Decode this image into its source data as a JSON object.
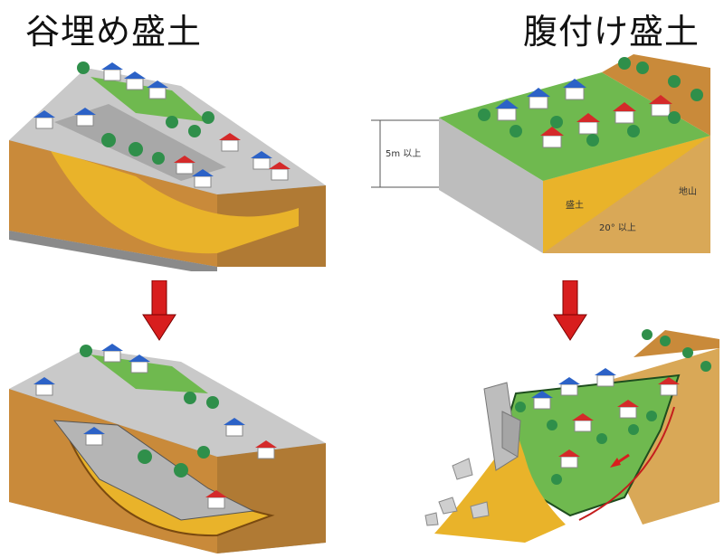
{
  "titles": {
    "valley_fill": "谷埋め盛土",
    "sidehill_fill": "腹付け盛土"
  },
  "labels": {
    "height": "5m 以上",
    "fill": "盛土",
    "ground": "地山",
    "angle": "20° 以上"
  },
  "colors": {
    "fill_soil": "#e9b32a",
    "ground_soil": "#c98a3a",
    "grass": "#6fb94f",
    "concrete": "#bdbdbd",
    "arrow": "#d81e1e",
    "roof_blue": "#2c62c7",
    "roof_red": "#d42a2a"
  },
  "icons": [
    "down-arrow-icon",
    "slide-direction-arrow-icon"
  ]
}
